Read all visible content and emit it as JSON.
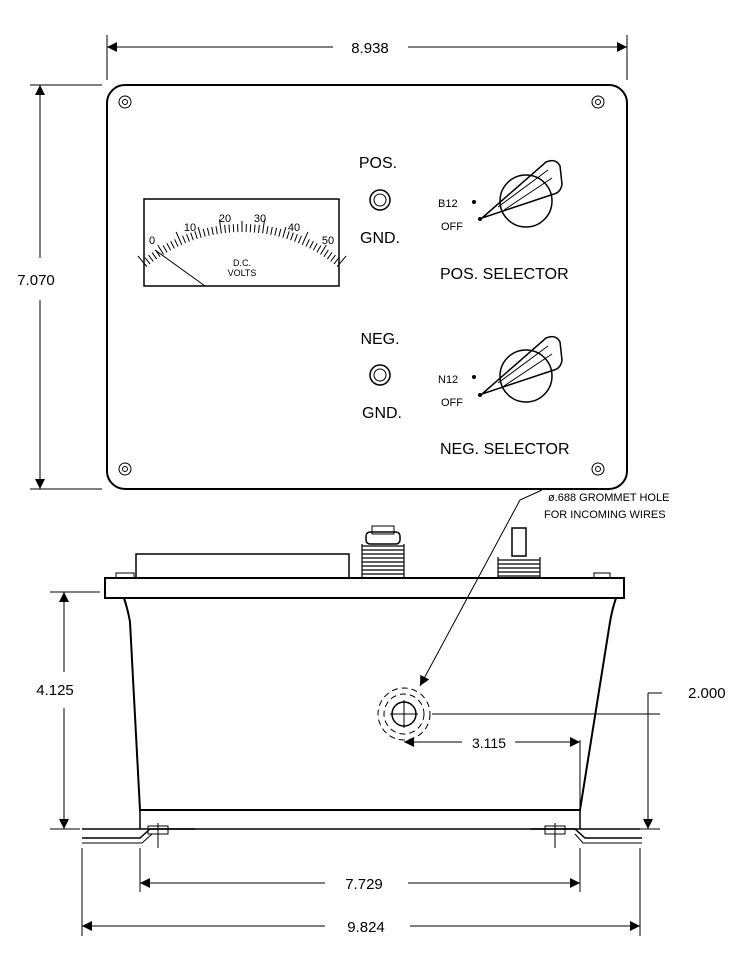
{
  "dimensions": {
    "panel_width": "8.938",
    "panel_height": "7.070",
    "box_height": "4.125",
    "grommet_height": "2.000",
    "grommet_offset": "3.115",
    "foot_spacing": "7.729",
    "overall_width": "9.824"
  },
  "top_view": {
    "pos_label": "POS.",
    "pos_gnd_label": "GND.",
    "neg_label": "NEG.",
    "neg_gnd_label": "GND.",
    "pos_selector_label": "POS. SELECTOR",
    "neg_selector_label": "NEG. SELECTOR",
    "pos_switch_on": "B12",
    "pos_switch_off": "OFF",
    "neg_switch_on": "N12",
    "neg_switch_off": "OFF"
  },
  "meter": {
    "scale": [
      "0",
      "10",
      "20",
      "30",
      "40",
      "50"
    ],
    "line1": "D.C.",
    "line2": "VOLTS"
  },
  "side_view": {
    "grommet_note_line1": "ø.688 GROMMET HOLE",
    "grommet_note_line2": "FOR INCOMING WIRES"
  }
}
